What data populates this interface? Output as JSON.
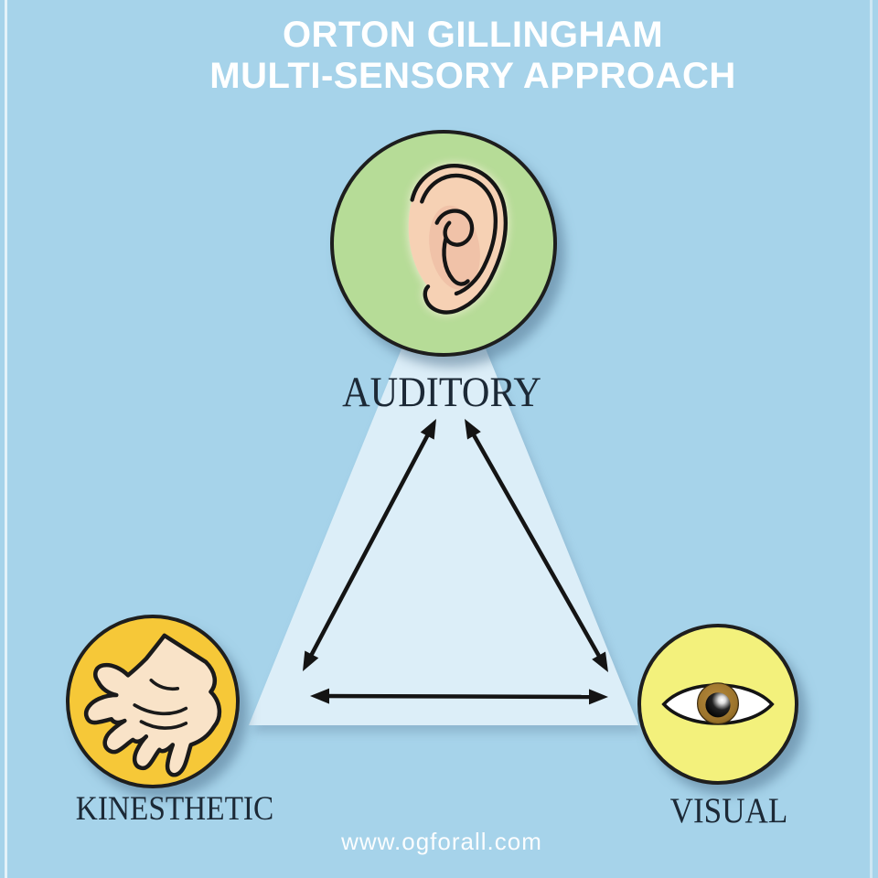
{
  "title": {
    "line1": "ORTON GILLINGHAM",
    "line2": "MULTI-SENSORY APPROACH"
  },
  "diagram": {
    "type": "triangle-cycle",
    "nodes": [
      {
        "id": "auditory",
        "label": "AUDITORY",
        "icon": "ear-icon",
        "circle_color": "#b6dc97"
      },
      {
        "id": "kinesthetic",
        "label": "KINESTHETIC",
        "icon": "hand-icon",
        "circle_color": "#f6c838"
      },
      {
        "id": "visual",
        "label": "VISUAL",
        "icon": "eye-icon",
        "circle_color": "#f3f17c"
      }
    ],
    "connections": [
      {
        "from": "AUDITORY",
        "to": "KINESTHETIC",
        "bidirectional": true
      },
      {
        "from": "AUDITORY",
        "to": "VISUAL",
        "bidirectional": true
      },
      {
        "from": "KINESTHETIC",
        "to": "VISUAL",
        "bidirectional": true
      }
    ],
    "triangle_fill": "#dceef8",
    "arrow_color": "#141414"
  },
  "footer": {
    "website": "www.ogforall.com"
  },
  "colors": {
    "background": "#a6d3ea",
    "title_text": "#ffffff",
    "label_text": "#1c2936",
    "ear_skin": "#f6d1b4",
    "hand_skin": "#f9e3c8",
    "eye_iris": "#9c742c"
  }
}
